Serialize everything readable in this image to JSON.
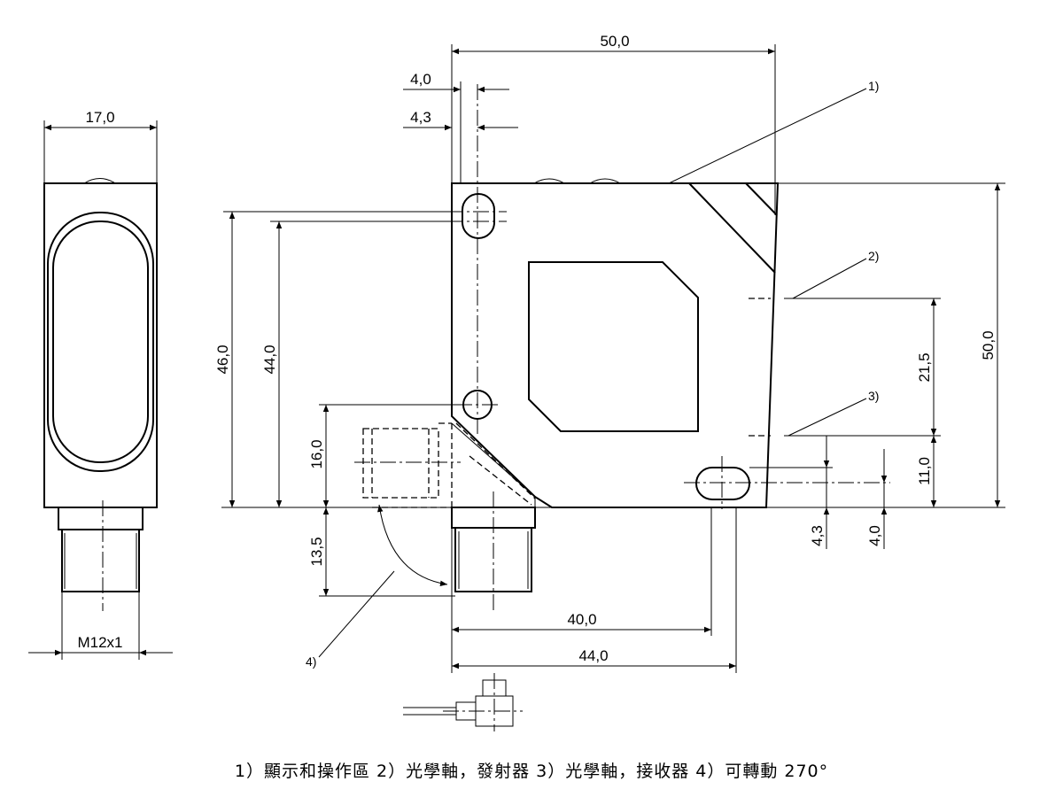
{
  "dimensions": {
    "side_width": "17,0",
    "side_thread": "M12x1",
    "top_width": "50,0",
    "hole_offset_4_0": "4,0",
    "hole_offset_4_3": "4,3",
    "height_46": "46,0",
    "height_44": "44,0",
    "connector_16": "16,0",
    "connector_13_5": "13,5",
    "right_height": "50,0",
    "axis_spacing": "21,5",
    "axis_bottom": "11,0",
    "slot_4_3": "4,3",
    "slot_4_0": "4,0",
    "bottom_40": "40,0",
    "bottom_44": "44,0"
  },
  "callouts": {
    "c1": "1)",
    "c2": "2)",
    "c3": "3)",
    "c4": "4)"
  },
  "caption": "1）顯示和操作區 2）光學軸，發射器 3）光學軸，接收器 4）可轉動 270°"
}
